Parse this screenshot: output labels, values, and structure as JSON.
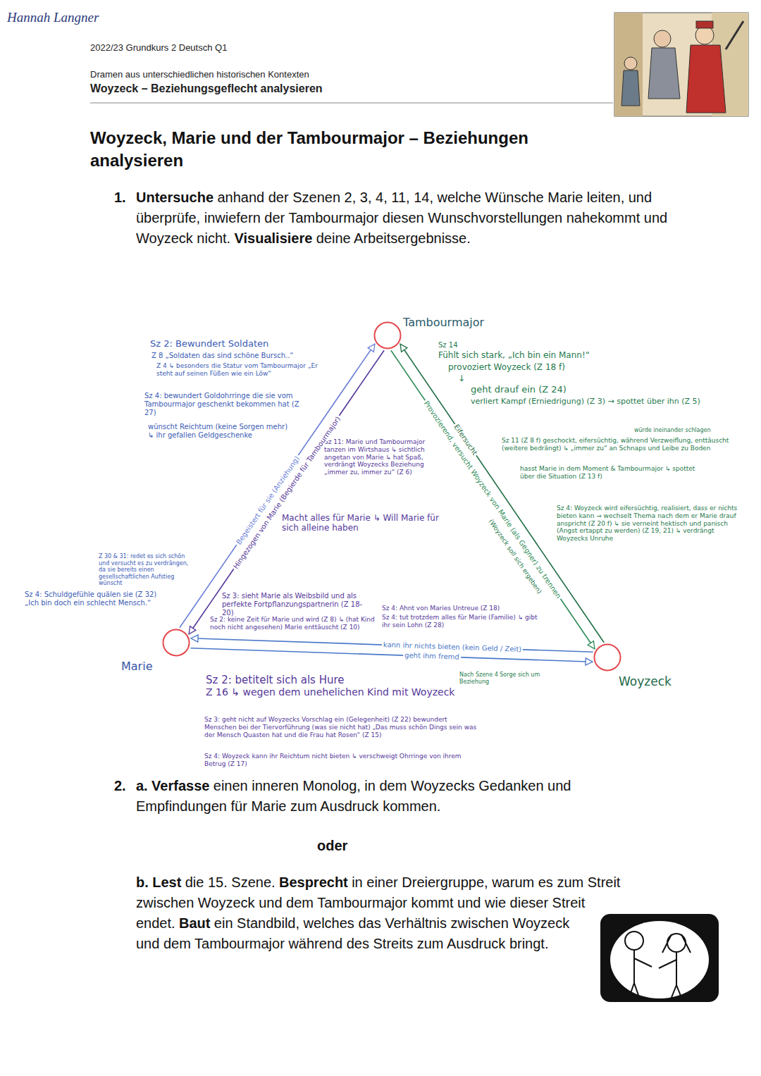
{
  "diagram": {
    "title": "Woyzeck, Marie und der Tambourmajor – Beziehungen analysieren",
    "nodes": [
      {
        "text": [
          "Tambourmajor"
        ]
      },
      {
        "text": [
          "Marie"
        ]
      },
      {
        "text": [
          "Woyzeck"
        ]
      }
    ],
    "edges": [
      {
        "from": 1,
        "to": 0,
        "arrow": "to",
        "label": "Begeistert für sie (Anziehung)"
      },
      {
        "from": 0,
        "to": 1,
        "arrow": "to",
        "label": "Hingezogen von Marie (Begierde für Tambourmajor)"
      },
      {
        "from": 0,
        "to": 2,
        "arrow": "to",
        "label": "Provozierend, versucht Woyzeck von Marie (als Gegner) zu trennen"
      },
      {
        "from": 2,
        "to": 0,
        "arrow": "to",
        "label": "Eifersucht"
      },
      {
        "from": 2,
        "to": 1,
        "arrow": "to",
        "label": "kann ihr nichts bieten (kein Geld / Zeit)"
      },
      {
        "from": 1,
        "to": 2,
        "arrow": "to",
        "label": "geht ihm fremd"
      }
    ],
    "labels": [
      "Hannah Langner",
      "2022/23 Grundkurs 2 Deutsch Q1",
      "Dramen aus unterschiedlichen historischen Kontexten",
      "Woyzeck – Beziehungsgeflecht analysieren",
      "1.",
      "Untersuche",
      "anhand der Szenen 2, 3, 4, 11, 14, welche Wünsche Marie leiten, und überprüfe, inwiefern der Tambourmajor diesen Wunschvorstellungen nahekommt und Woyzeck nicht.",
      "Visualisiere",
      "deine Arbeitsergebnisse.",
      "Sz 2: Bewundert Soldaten",
      "Z 8 „Soldaten das sind schöne Bursch..“",
      "Z 4 ↳ besonders die Statur vom Tambourmajor „Er steht auf seinen Füßen wie ein Löw“",
      "Sz 4: bewundert Goldohrringe die sie vom Tambourmajor geschenkt bekommen hat (Z 27)",
      "wünscht Reichtum (keine Sorgen mehr) ↳ ihr gefallen Geldgeschenke",
      "Z 30 & 31: redet es sich schön und versucht es zu verdrängen, da sie bereits einen gesellschaftlichen Aufstieg wünscht",
      "Sz 4: Schuldgefühle quälen sie (Z 32) „Ich bin doch ein schlecht Mensch.“",
      "Sz 11: Marie und Tambourmajor tanzen im Wirtshaus ↳ sichtlich angetan von Marie ↳ hat Spaß, verdrängt Woyzecks Beziehung „immer zu, immer zu“ (Z 6)",
      "Macht alles für Marie ↳ Will Marie für sich alleine haben",
      "Sz 3: sieht Marie als Weibsbild und als perfekte Fortpflanzungspartnerin (Z 18-20)",
      "Sz 2: keine Zeit für Marie und wird (Z 8) ↳ (hat Kind noch nicht angesehen) Marie enttäuscht (Z 10)",
      "Sz 4: Ahnt von Maries Untreue (Z 18)",
      "Sz 4: tut trotzdem alles für Marie (Familie) ↳ gibt ihr sein Lohn (Z 28)",
      "Sz 14",
      "Fühlt sich stark, „Ich bin ein Mann!“",
      "provoziert Woyzeck (Z 18 f)",
      "↓",
      "geht drauf ein (Z 24)",
      "verliert Kampf (Erniedrigung) (Z 3) → spottet über ihn (Z 5)",
      "würde ineinander schlagen",
      "Sz 11 (Z 8 f) geschockt, eifersüchtig, während Verzweiflung, enttäuscht (weitere bedrängt) ↳ „immer zu“ an Schnaps und Leibe zu Boden",
      "hasst Marie in dem Moment & Tambourmajor ↳ spottet über die Situation (Z 13 f)",
      "Sz 4: Woyzeck wird eifersüchtig, realisiert, dass er nichts bieten kann → wechselt Thema nach dem er Marie drauf anspricht (Z 20 f) ↳ sie verneint hektisch und panisch (Angst ertappt zu werden) (Z 19, 21) ↳ verdrängt Woyzecks Unruhe",
      "Nach Szene 4 Sorge sich um Beziehung",
      "Sz 2: betitelt sich als Hure",
      "Z 16 ↳ wegen dem unehelichen Kind mit Woyzeck",
      "Sz 3: geht nicht auf Woyzecks Vorschlag ein (Gelegenheit) (Z 22) bewundert Menschen bei der Tiervorführung (was sie nicht hat) „Das muss schön Dings sein was der Mensch Quasten hat und die Frau hat Rosen“ (Z 15)",
      "Sz 4: Woyzeck kann ihr Reichtum nicht bieten ↳ verschweigt Ohrringe von ihrem Betrug (Z 17)",
      "(Woyzeck soll sich ergeben)",
      "2.",
      "a.",
      "Verfasse",
      "einen inneren Monolog, in dem Woyzecks Gedanken und Empfindungen für Marie zum Ausdruck kommen.",
      "oder",
      "b.",
      "Lest",
      "die 15. Szene.",
      "Besprecht",
      "in einer Dreiergruppe, warum es zum Streit zwischen Woyzeck und dem Tambourmajor kommt und wie dieser Streit endet.",
      "Baut",
      "ein Standbild, welches das Verhältnis zwischen Woyzeck und dem Tambourmajor während des Streits zum Ausdruck bringt."
    ]
  }
}
